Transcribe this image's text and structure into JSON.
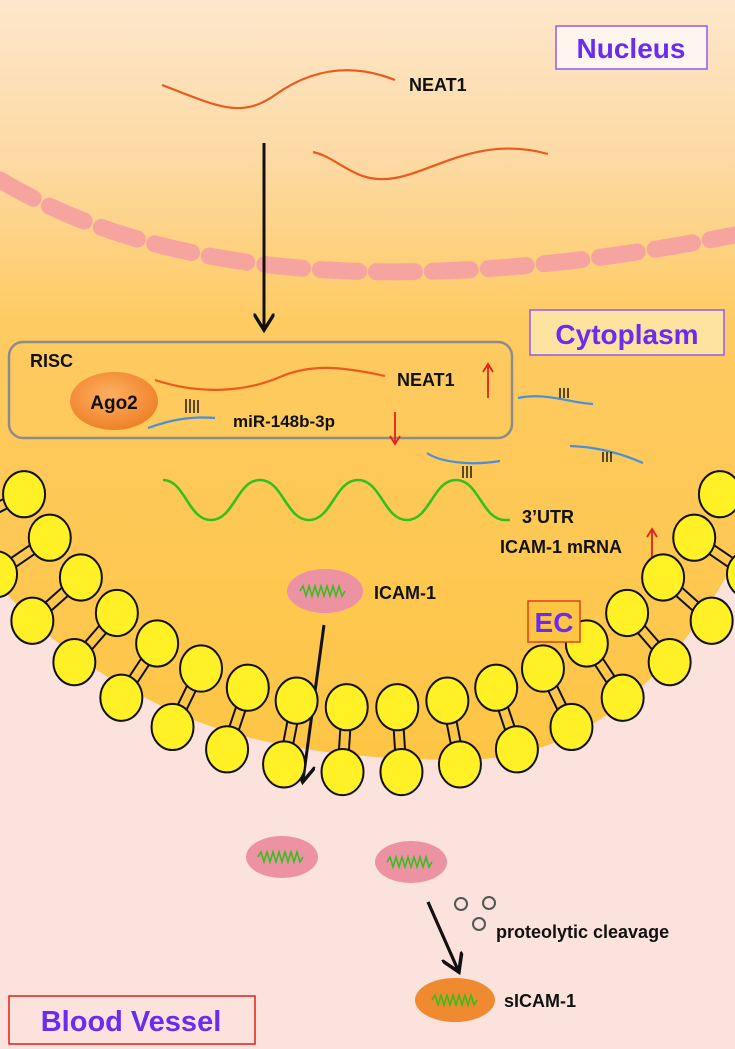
{
  "regions": {
    "nucleus": "Nucleus",
    "cytoplasm": "Cytoplasm",
    "ec": "EC",
    "blood_vessel": "Blood Vessel"
  },
  "labels": {
    "neat1_nucleus": "NEAT1",
    "risc": "RISC",
    "ago2": "Ago2",
    "neat1_risc": "NEAT1",
    "mirna": "miR-148b-3p",
    "utr": "3’UTR",
    "icam1_mrna": "ICAM-1 mRNA",
    "icam1": "ICAM-1",
    "cleavage": "proteolytic cleavage",
    "sicam1": "sICAM-1"
  },
  "colors": {
    "nucleus_bg": "#fde3c0",
    "cytoplasm_bg": "#fec544",
    "vessel_bg": "#fbe2dc",
    "nuclear_membrane": "#f6a4a0",
    "lncrna": "#e85a1e",
    "mirna": "#4a90d9",
    "mrna": "#2fc21a",
    "lipid_head": "#fff126",
    "icam_protein": "#ec92a2",
    "sicam": "#f08a30",
    "ago2": "#f0892c",
    "label_purple": "#6a2cf0",
    "up_down_arrow": "#e5201a"
  },
  "indicators": {
    "neat1": "up",
    "mirna": "down",
    "icam1_mrna": "up"
  }
}
